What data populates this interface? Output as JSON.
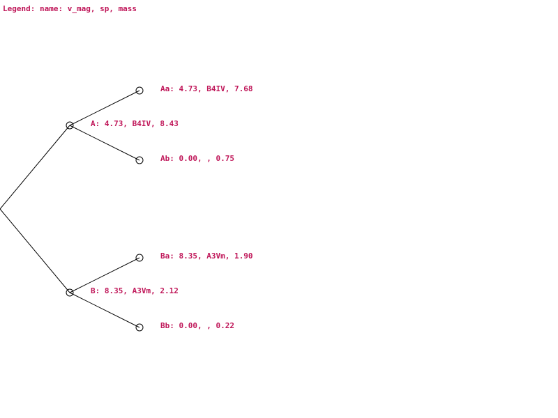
{
  "legend": "Legend: name: v_mag, sp, mass",
  "text_color": "#c0185a",
  "line_color": "#000000",
  "nodes": {
    "A": {
      "label": "A: 4.73, B4IV, 8.43"
    },
    "Aa": {
      "label": "Aa: 4.73, B4IV, 7.68"
    },
    "Ab": {
      "label": "Ab: 0.00, , 0.75"
    },
    "B": {
      "label": "B: 8.35, A3Vm, 2.12"
    },
    "Ba": {
      "label": "Ba: 8.35, A3Vm, 1.90"
    },
    "Bb": {
      "label": "Bb: 0.00, , 0.22"
    }
  }
}
